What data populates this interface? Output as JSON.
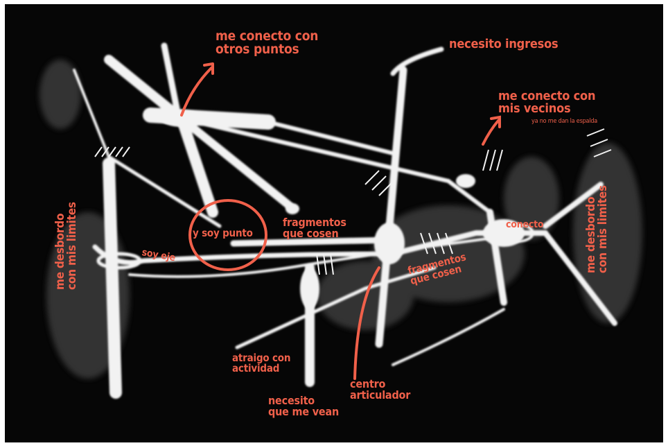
{
  "palette": {
    "background": "#060606",
    "paint": "#f2f2f2",
    "annotation": "#f0604a"
  },
  "labels": {
    "otros_puntos": [
      "me conecto con",
      "otros puntos"
    ],
    "ingresos": "necesito ingresos",
    "vecinos": [
      "me conecto con",
      "mis vecinos"
    ],
    "vecinos_sub": "ya no me dan la espalda",
    "desbordo_left": [
      "me desbordo",
      "con mis limites"
    ],
    "desbordo_right": [
      "me desbordo",
      "con mis limites"
    ],
    "soy_punto": "y soy punto",
    "fragmentos_1": [
      "fragmentos",
      "que cosen"
    ],
    "fragmentos_2": [
      "fragmentos",
      "que cosen"
    ],
    "conecto": "conecto",
    "soy_eje": "soy eje",
    "atraigo": [
      "atraigo con",
      "actividad"
    ],
    "centro": [
      "centro",
      "articulador"
    ],
    "vean": [
      "necesito",
      "que me vean"
    ]
  }
}
